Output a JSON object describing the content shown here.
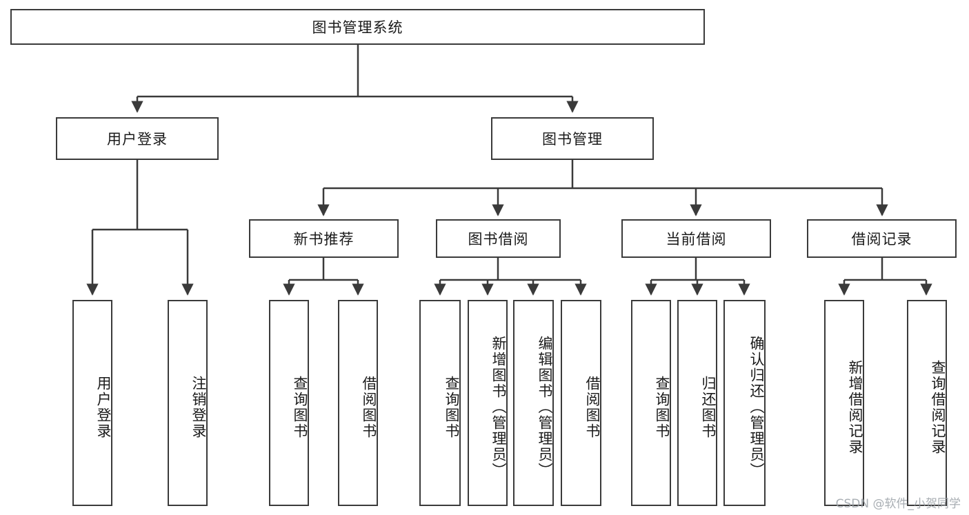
{
  "diagram": {
    "type": "tree-hierarchy",
    "title": "图书管理系统",
    "watermark": "CSDN @软件_小贺同学",
    "colors": {
      "stroke": "#3a3a3a",
      "fill": "#ffffff",
      "text": "#1a1a1a",
      "watermark": "#9aa0a6"
    },
    "levels": [
      {
        "level": 1,
        "nodes": [
          {
            "id": "root",
            "label": "图书管理系统",
            "orientation": "horizontal"
          }
        ]
      },
      {
        "level": 2,
        "nodes": [
          {
            "id": "user-login",
            "label": "用户登录",
            "orientation": "horizontal",
            "parent": "root"
          },
          {
            "id": "book-manage",
            "label": "图书管理",
            "orientation": "horizontal",
            "parent": "root"
          }
        ]
      },
      {
        "level": 3,
        "nodes": [
          {
            "id": "new-book-rec",
            "label": "新书推荐",
            "orientation": "horizontal",
            "parent": "book-manage"
          },
          {
            "id": "book-borrow",
            "label": "图书借阅",
            "orientation": "horizontal",
            "parent": "book-manage"
          },
          {
            "id": "current-borrow",
            "label": "当前借阅",
            "orientation": "horizontal",
            "parent": "book-manage"
          },
          {
            "id": "borrow-record",
            "label": "借阅记录",
            "orientation": "horizontal",
            "parent": "book-manage"
          }
        ]
      },
      {
        "level": 4,
        "nodes": [
          {
            "id": "leaf-user-login",
            "label": "用户登录",
            "orientation": "vertical",
            "parent": "user-login"
          },
          {
            "id": "leaf-logout",
            "label": "注销登录",
            "orientation": "vertical",
            "parent": "user-login"
          },
          {
            "id": "leaf-query-book-1",
            "label": "查询图书",
            "orientation": "vertical",
            "parent": "new-book-rec"
          },
          {
            "id": "leaf-borrow-book-1",
            "label": "借阅图书",
            "orientation": "vertical",
            "parent": "new-book-rec"
          },
          {
            "id": "leaf-query-book-2",
            "label": "查询图书",
            "orientation": "vertical",
            "parent": "book-borrow"
          },
          {
            "id": "leaf-add-book",
            "label": "新增图书（管理员）",
            "orientation": "vertical",
            "parent": "book-borrow"
          },
          {
            "id": "leaf-edit-book",
            "label": "编辑图书（管理员）",
            "orientation": "vertical",
            "parent": "book-borrow"
          },
          {
            "id": "leaf-borrow-book-2",
            "label": "借阅图书",
            "orientation": "vertical",
            "parent": "book-borrow"
          },
          {
            "id": "leaf-query-book-3",
            "label": "查询图书",
            "orientation": "vertical",
            "parent": "current-borrow"
          },
          {
            "id": "leaf-return-book",
            "label": "归还图书",
            "orientation": "vertical",
            "parent": "current-borrow"
          },
          {
            "id": "leaf-confirm-return",
            "label": "确认归还（管理员）",
            "orientation": "vertical",
            "parent": "current-borrow"
          },
          {
            "id": "leaf-add-record",
            "label": "新增借阅记录",
            "orientation": "vertical",
            "parent": "borrow-record"
          },
          {
            "id": "leaf-query-record",
            "label": "查询借阅记录",
            "orientation": "vertical",
            "parent": "borrow-record"
          }
        ]
      }
    ]
  }
}
